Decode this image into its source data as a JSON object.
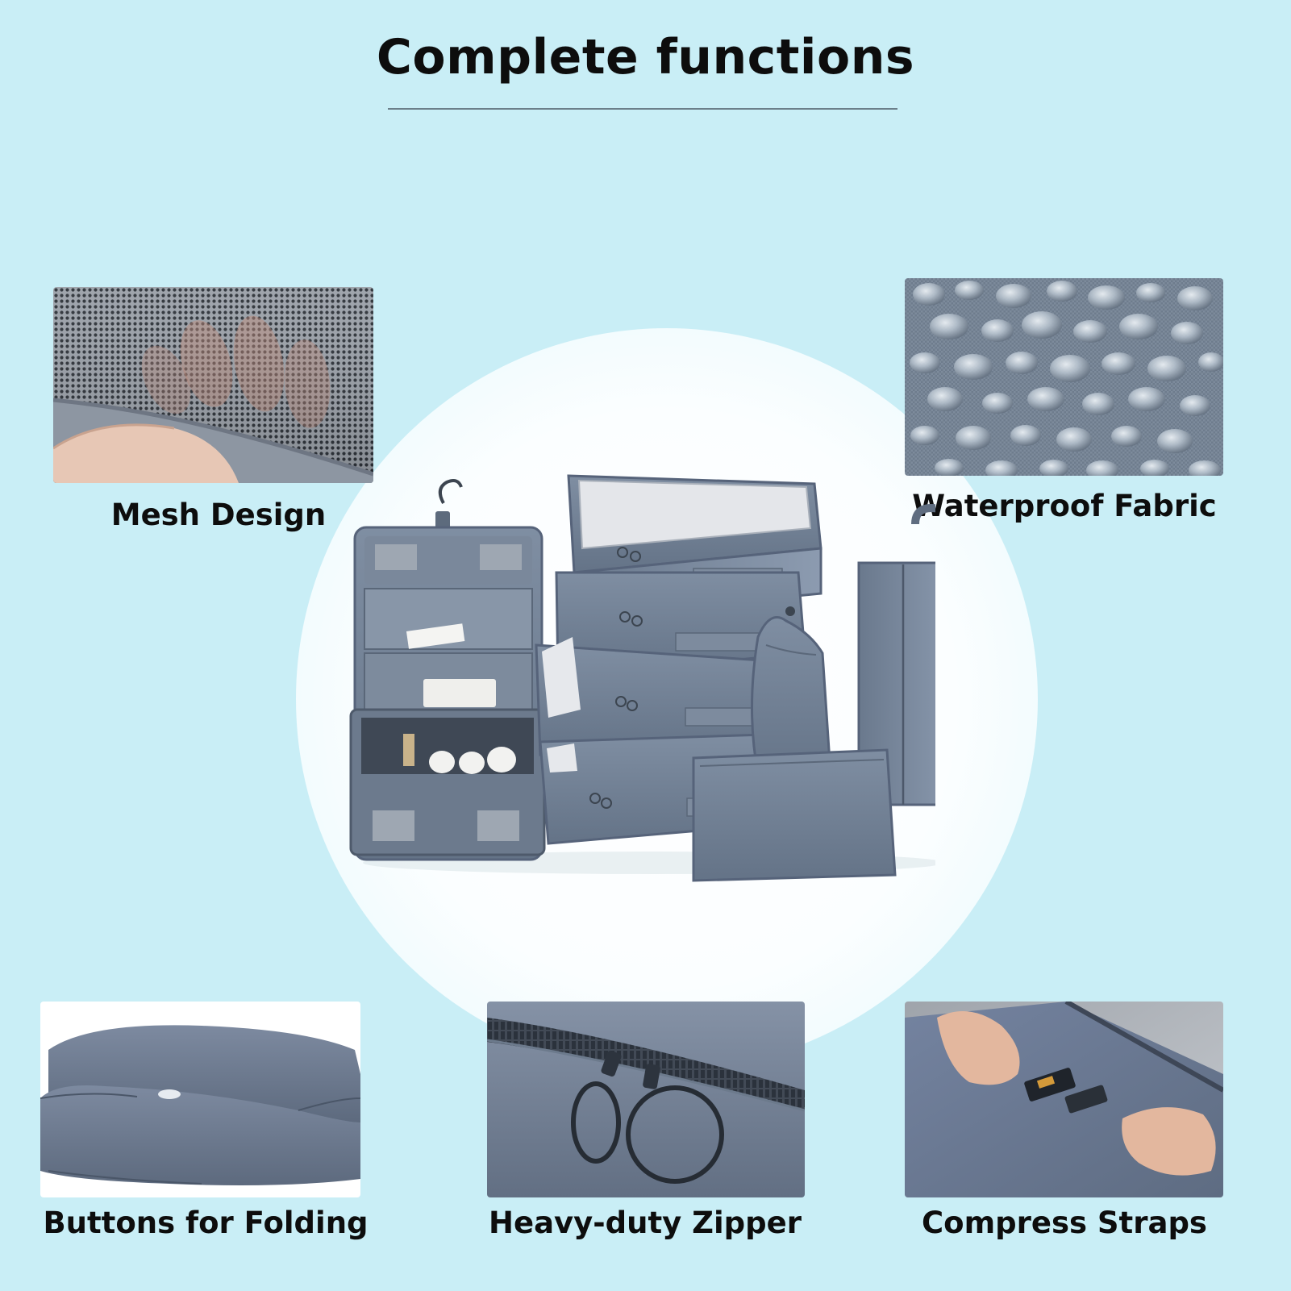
{
  "header": {
    "title": "Complete functions"
  },
  "features": [
    {
      "label": "Mesh Design",
      "icon": "mesh-fabric-photo"
    },
    {
      "label": "Waterproof Fabric",
      "icon": "water-droplets-photo"
    },
    {
      "label": "Buttons for Folding",
      "icon": "folded-bag-photo"
    },
    {
      "label": "Heavy-duty Zipper",
      "icon": "zipper-rings-photo"
    },
    {
      "label": "Compress Straps",
      "icon": "buckle-strap-photo"
    }
  ],
  "colors": {
    "background": "#c9eef6",
    "fabric": "#6f7e91",
    "fabric_dark": "#4e5b6b",
    "fabric_light": "#8d9bae",
    "text": "#0d0d0d"
  }
}
